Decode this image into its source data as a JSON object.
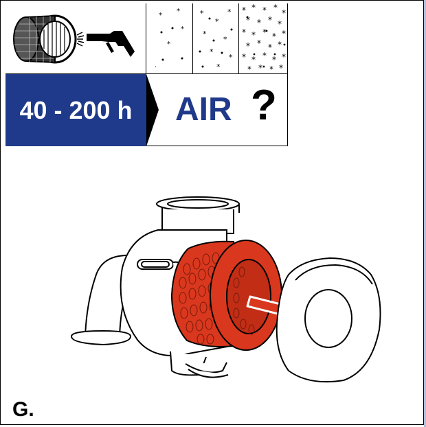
{
  "header": {
    "interval_label": "40 - 200 h",
    "medium_label": "AIR",
    "question_mark": "?"
  },
  "icons": {
    "filter": "air-filter-cartridge-icon",
    "gun": "compressed-air-gun-icon",
    "dust_levels": [
      "low-dust-icon",
      "medium-dust-icon",
      "high-dust-icon"
    ]
  },
  "figure": {
    "label": "G."
  },
  "colors": {
    "brand_blue": "#1f3a8a",
    "filter_red": "#d9381e"
  }
}
